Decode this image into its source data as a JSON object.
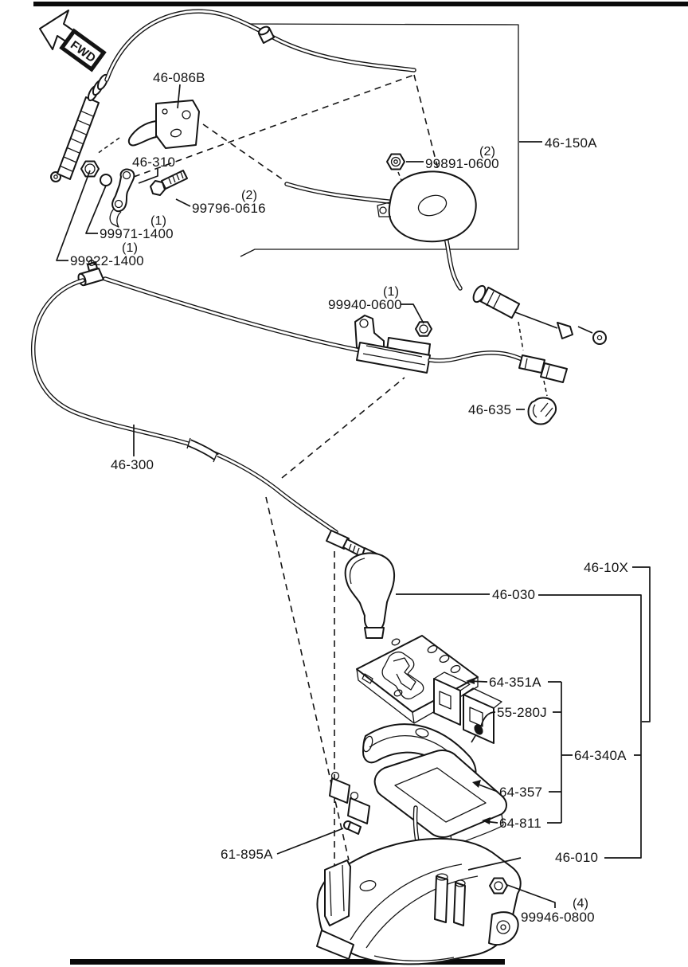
{
  "figure": {
    "title": "Parking brake / shift control cables parts diagram",
    "direction_indicator": "FWD",
    "line_color": "#141414",
    "background": "#ffffff"
  },
  "callouts": [
    {
      "id": "46-086B",
      "label": "46-086B"
    },
    {
      "id": "46-310",
      "label": "46-310"
    },
    {
      "id": "99796-0616",
      "label": "99796-0616",
      "qty": "(2)"
    },
    {
      "id": "99971-1400",
      "label": "99971-1400",
      "qty": "(1)"
    },
    {
      "id": "99922-1400",
      "label": "99922-1400",
      "qty": "(1)"
    },
    {
      "id": "99891-0600",
      "label": "99891-0600",
      "qty": "(2)"
    },
    {
      "id": "46-150A",
      "label": "46-150A"
    },
    {
      "id": "99940-0600",
      "label": "99940-0600",
      "qty": "(1)"
    },
    {
      "id": "46-635",
      "label": "46-635"
    },
    {
      "id": "46-300",
      "label": "46-300"
    },
    {
      "id": "46-10X",
      "label": "46-10X"
    },
    {
      "id": "46-030",
      "label": "46-030"
    },
    {
      "id": "64-351A",
      "label": "64-351A"
    },
    {
      "id": "55-280J",
      "label": "55-280J"
    },
    {
      "id": "64-340A",
      "label": "64-340A"
    },
    {
      "id": "64-357",
      "label": "64-357"
    },
    {
      "id": "64-811",
      "label": "64-811"
    },
    {
      "id": "61-895A",
      "label": "61-895A"
    },
    {
      "id": "46-010",
      "label": "46-010"
    },
    {
      "id": "99946-0800",
      "label": "99946-0800",
      "qty": "(4)"
    }
  ]
}
